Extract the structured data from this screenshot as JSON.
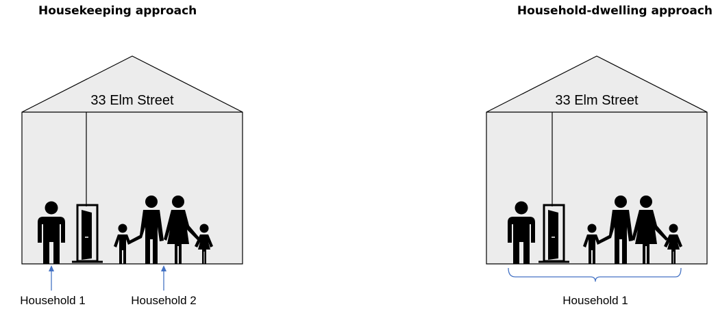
{
  "left_panel": {
    "title": "Housekeeping approach",
    "address": "33 Elm Street",
    "labels": [
      "Household 1",
      "Household 2"
    ]
  },
  "right_panel": {
    "title": "Household-dwelling approach",
    "address": "33 Elm Street",
    "labels": [
      "Household 1"
    ]
  },
  "colors": {
    "house_fill": "#ececec",
    "outline": "#000000",
    "figure": "#000000",
    "annotation": "#4472c4"
  },
  "icons": [
    "house-icon",
    "person-icon",
    "door-icon",
    "family-icon"
  ]
}
